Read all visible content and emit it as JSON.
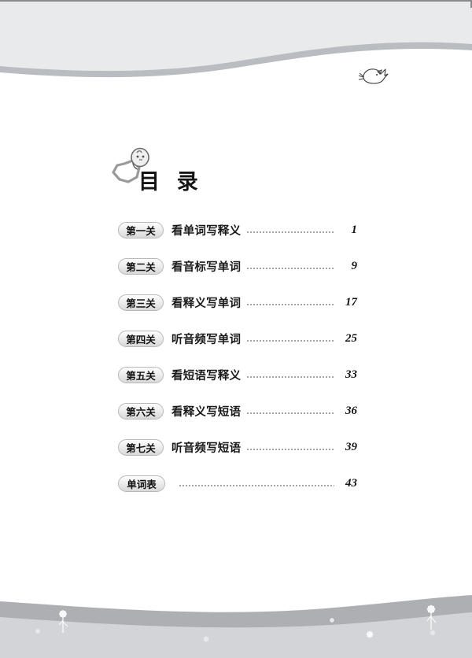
{
  "page": {
    "title_text": "目  录",
    "background_color": "#ffffff"
  },
  "decor": {
    "top_wave_fill": "#e9eaec",
    "top_wave_shadow": "#b9bcc0",
    "bottom_wave_light": "#d2d4d7",
    "bottom_wave_dark": "#adafb3",
    "bird_icon": "bird-flying-icon",
    "star_icon": "star-outline-icon",
    "chick_icon": "chick-icon",
    "flower_icon": "dandelion-flower-icon"
  },
  "toc": {
    "entries": [
      {
        "badge": "第一关",
        "label": "看单词写释义",
        "page": "1"
      },
      {
        "badge": "第二关",
        "label": "看音标写单词",
        "page": "9"
      },
      {
        "badge": "第三关",
        "label": "看释义写单词",
        "page": "17"
      },
      {
        "badge": "第四关",
        "label": "听音频写单词",
        "page": "25"
      },
      {
        "badge": "第五关",
        "label": "看短语写释义",
        "page": "33"
      },
      {
        "badge": "第六关",
        "label": "看释义写短语",
        "page": "36"
      },
      {
        "badge": "第七关",
        "label": "听音频写短语",
        "page": "39"
      },
      {
        "badge": "单词表",
        "label": "",
        "page": "43"
      }
    ]
  }
}
